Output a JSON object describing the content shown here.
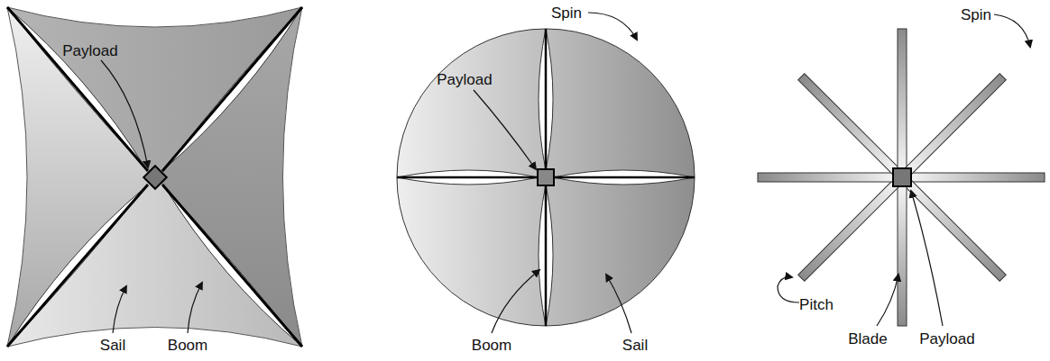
{
  "diagram": {
    "labels": [
      "Payload",
      "Sail",
      "Boom",
      "Spin",
      "Payload",
      "Boom",
      "Sail",
      "Spin",
      "Pitch",
      "Blade",
      "Payload"
    ]
  }
}
